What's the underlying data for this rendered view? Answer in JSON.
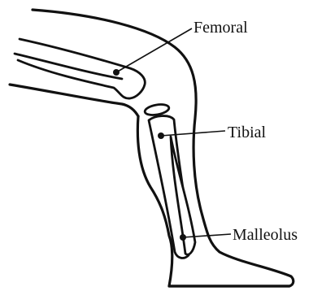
{
  "labels": {
    "femoral": "Femoral",
    "tibial": "Tibial",
    "malleolus": "Malleolus"
  }
}
